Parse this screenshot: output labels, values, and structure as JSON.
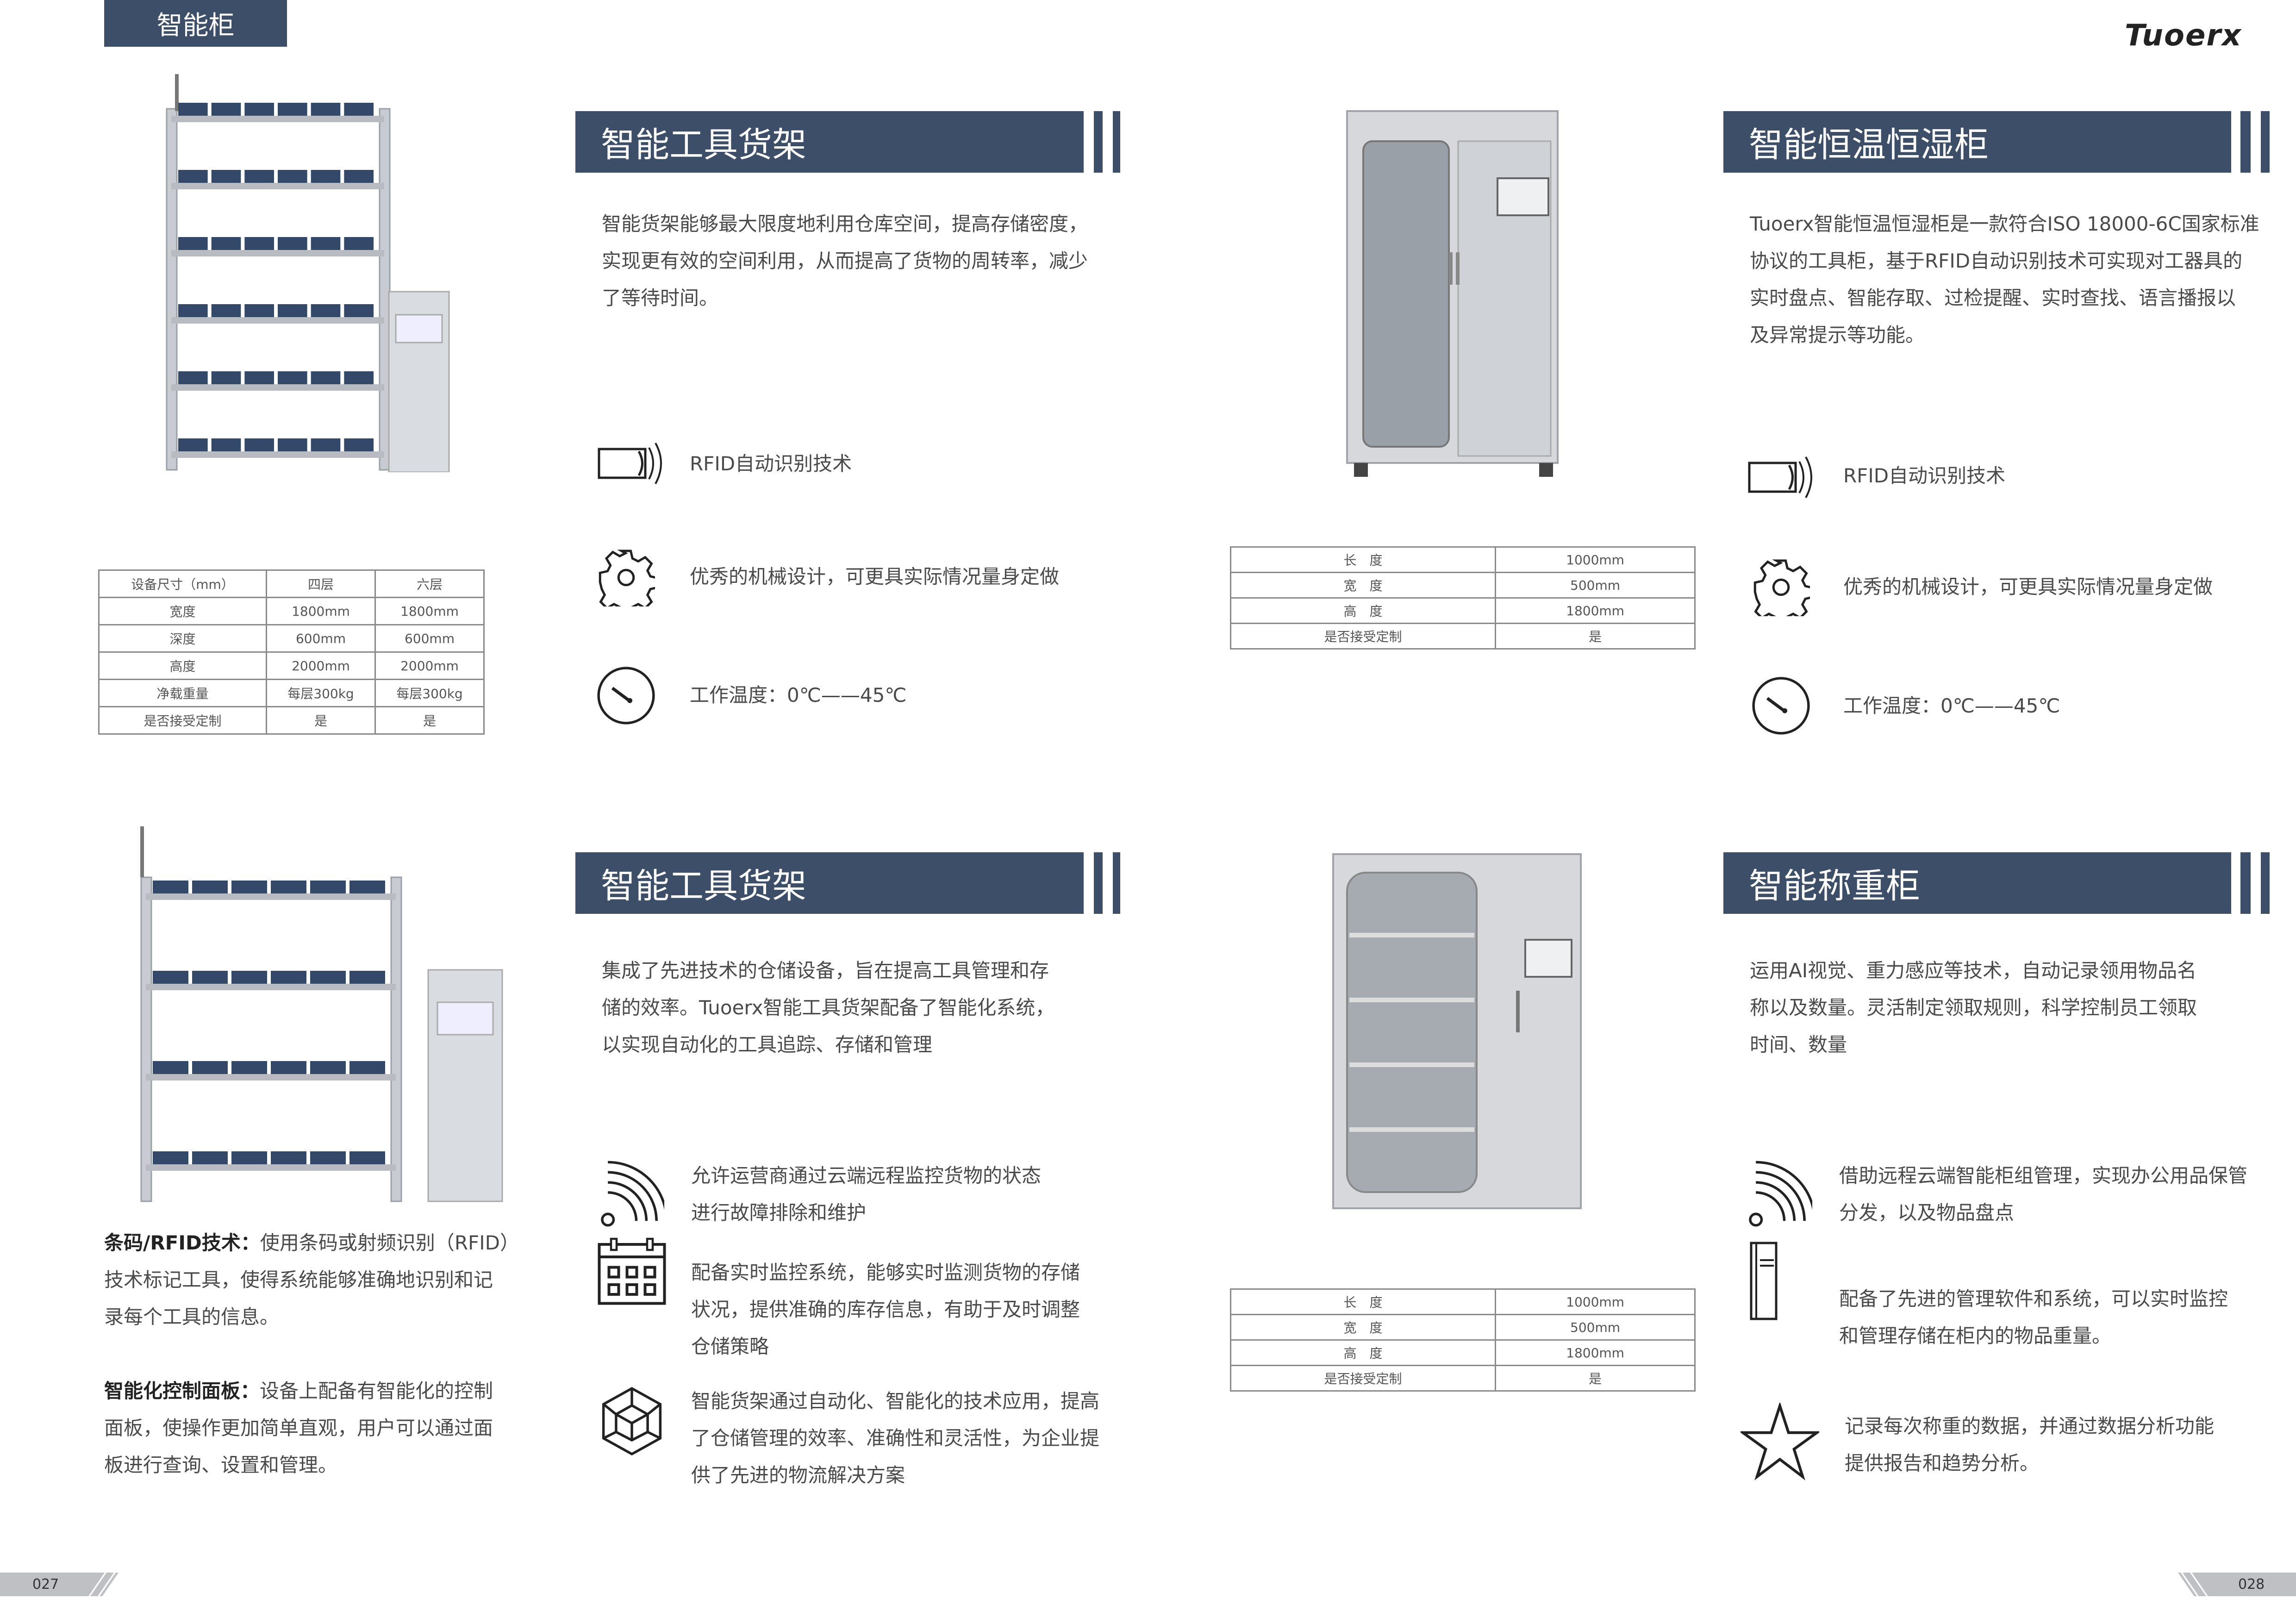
{
  "category_tab": "智能柜",
  "brand": "Tuoerx",
  "sections": [
    {
      "title": "智能工具货架",
      "lines": [
        "智能货架能够最大限度地利用仓库空间，提高存储密度，",
        "实现更有效的空间利用，从而提高了货物的周转率，减少",
        "了等待时间。"
      ],
      "features": [
        {
          "icon": "rfid-icon",
          "text": "RFID自动识别技术"
        },
        {
          "icon": "gear-icon",
          "text": "优秀的机械设计，可更具实际情况量身定做"
        },
        {
          "icon": "gauge-icon",
          "text": "工作温度：0℃——45℃"
        }
      ]
    },
    {
      "title": "智能恒温恒湿柜",
      "lines": [
        "Tuoerx智能恒温恒湿柜是一款符合ISO 18000-6C国家标准",
        "协议的工具柜，基于RFID自动识别技术可实现对工器具的",
        "实时盘点、智能存取、过检提醒、实时查找、语言播报以",
        "及异常提示等功能。"
      ],
      "features": [
        {
          "icon": "rfid-icon",
          "text": "RFID自动识别技术"
        },
        {
          "icon": "gear-icon",
          "text": "优秀的机械设计，可更具实际情况量身定做"
        },
        {
          "icon": "gauge-icon",
          "text": "工作温度：0℃——45℃"
        }
      ]
    },
    {
      "title": "智能工具货架",
      "lines": [
        "集成了先进技术的仓储设备，旨在提高工具管理和存",
        "储的效率。Tuoerx智能工具货架配备了智能化系统，",
        "以实现自动化的工具追踪、存储和管理"
      ],
      "features": [
        {
          "icon": "wireless-icon",
          "lines": [
            "允许运营商通过云端远程监控货物的状态",
            "进行故障排除和维护"
          ]
        },
        {
          "icon": "calendar-icon",
          "lines": [
            "配备实时监控系统，能够实时监测货物的存储",
            "状况，提供准确的库存信息，有助于及时调整",
            "仓储策略"
          ]
        },
        {
          "icon": "cube-icon",
          "lines": [
            "智能货架通过自动化、智能化的技术应用，提高",
            "了仓储管理的效率、准确性和灵活性，为企业提",
            "供了先进的物流解决方案"
          ]
        }
      ]
    },
    {
      "title": "智能称重柜",
      "lines": [
        "运用AI视觉、重力感应等技术，自动记录领用物品名",
        "称以及数量。灵活制定领取规则，科学控制员工领取",
        "时间、数量"
      ],
      "features": [
        {
          "icon": "wireless-icon",
          "lines": [
            "借助远程云端智能柜组管理，实现办公用品保管",
            "分发，以及物品盘点"
          ]
        },
        {
          "icon": "cabinet-icon",
          "lines": [
            "配备了先进的管理软件和系统，可以实时监控",
            "和管理存储在柜内的物品重量。"
          ]
        },
        {
          "icon": "star-icon",
          "lines": [
            "记录每次称重的数据，并通过数据分析功能",
            "提供报告和趋势分析。"
          ]
        }
      ]
    }
  ],
  "shelf_table": {
    "rows": [
      [
        "设备尺寸（mm）",
        "四层",
        "六层"
      ],
      [
        "宽度",
        "1800mm",
        "1800mm"
      ],
      [
        "深度",
        "600mm",
        "600mm"
      ],
      [
        "高度",
        "2000mm",
        "2000mm"
      ],
      [
        "净载重量",
        "每层300kg",
        "每层300kg"
      ],
      [
        "是否接受定制",
        "是",
        "是"
      ]
    ]
  },
  "cabinet_table_1": {
    "rows": [
      [
        "长　度",
        "1000mm"
      ],
      [
        "宽　度",
        "500mm"
      ],
      [
        "高　度",
        "1800mm"
      ],
      [
        "是否接受定制",
        "是"
      ]
    ]
  },
  "cabinet_table_2": {
    "rows": [
      [
        "长　度",
        "1000mm"
      ],
      [
        "宽　度",
        "500mm"
      ],
      [
        "高　度",
        "1800mm"
      ],
      [
        "是否接受定制",
        "是"
      ]
    ]
  },
  "notes": [
    {
      "label": "条码/RFID技术：",
      "lines": [
        "使用条码或射频识别（RFID）",
        "技术标记工具，使得系统能够准确地识别和记",
        "录每个工具的信息。"
      ]
    },
    {
      "label": "智能化控制面板：",
      "lines": [
        "设备上配备有智能化的控制",
        "面板，使操作更加简单直观，用户可以通过面",
        "板进行查询、设置和管理。"
      ]
    }
  ],
  "page_left": "027",
  "page_right": "028",
  "colors": {
    "header": "#3d4f68",
    "band": "#bfc0c4"
  }
}
